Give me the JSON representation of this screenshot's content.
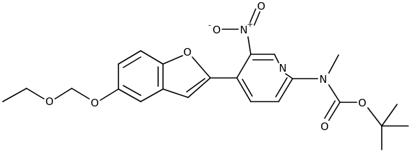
{
  "molecule": {
    "atom_labels": {
      "O_ethoxy": "O",
      "O_acetal": "O",
      "O_furan": "O",
      "O_nitro_minus": "O",
      "O_nitro_eq": "O",
      "N_nitro": "N",
      "N_pyridine": "N",
      "N_amine": "N",
      "O_carbonyl": "O",
      "O_ester": "O"
    },
    "charges": {
      "nitro_minus": "-",
      "nitro_plus": "+"
    }
  }
}
